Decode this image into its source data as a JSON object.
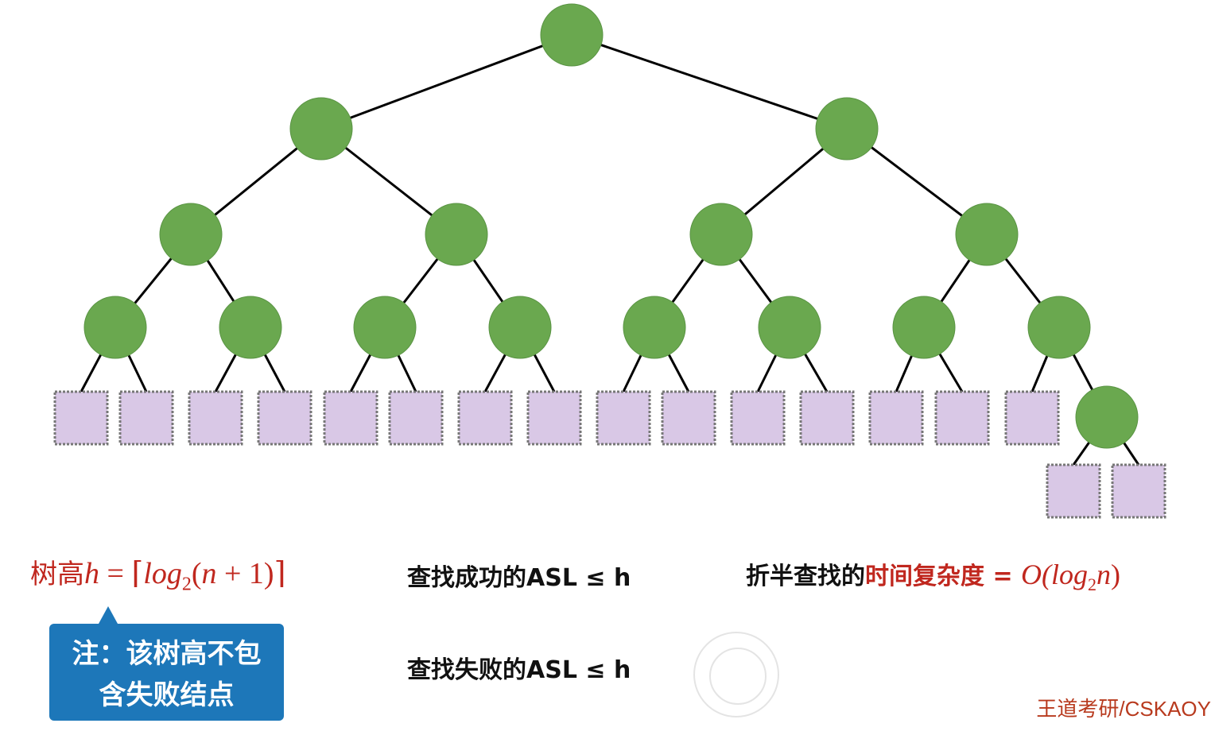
{
  "tree": {
    "colors": {
      "node_fill": "#6aa84f",
      "node_stroke": "#5a9444",
      "leaf_fill": "#d9c8e6",
      "leaf_stroke": "#777777",
      "edge": "#000000"
    },
    "nodes": [
      {
        "id": 1,
        "parent": null,
        "kind": "node"
      },
      {
        "id": 2,
        "parent": 1,
        "kind": "node"
      },
      {
        "id": 3,
        "parent": 1,
        "kind": "node"
      },
      {
        "id": 4,
        "parent": 2,
        "kind": "node"
      },
      {
        "id": 5,
        "parent": 2,
        "kind": "node"
      },
      {
        "id": 6,
        "parent": 3,
        "kind": "node"
      },
      {
        "id": 7,
        "parent": 3,
        "kind": "node"
      },
      {
        "id": 8,
        "parent": 4,
        "kind": "node"
      },
      {
        "id": 9,
        "parent": 4,
        "kind": "node"
      },
      {
        "id": 10,
        "parent": 5,
        "kind": "node"
      },
      {
        "id": 11,
        "parent": 5,
        "kind": "node"
      },
      {
        "id": 12,
        "parent": 6,
        "kind": "node"
      },
      {
        "id": 13,
        "parent": 6,
        "kind": "node"
      },
      {
        "id": 14,
        "parent": 7,
        "kind": "node"
      },
      {
        "id": 15,
        "parent": 7,
        "kind": "node"
      },
      {
        "id": 16,
        "parent": 15,
        "kind": "node"
      },
      {
        "id": 17,
        "parent": 8,
        "kind": "fail"
      },
      {
        "id": 18,
        "parent": 8,
        "kind": "fail"
      },
      {
        "id": 19,
        "parent": 9,
        "kind": "fail"
      },
      {
        "id": 20,
        "parent": 9,
        "kind": "fail"
      },
      {
        "id": 21,
        "parent": 10,
        "kind": "fail"
      },
      {
        "id": 22,
        "parent": 10,
        "kind": "fail"
      },
      {
        "id": 23,
        "parent": 11,
        "kind": "fail"
      },
      {
        "id": 24,
        "parent": 11,
        "kind": "fail"
      },
      {
        "id": 25,
        "parent": 12,
        "kind": "fail"
      },
      {
        "id": 26,
        "parent": 12,
        "kind": "fail"
      },
      {
        "id": 27,
        "parent": 13,
        "kind": "fail"
      },
      {
        "id": 28,
        "parent": 13,
        "kind": "fail"
      },
      {
        "id": 29,
        "parent": 14,
        "kind": "fail"
      },
      {
        "id": 30,
        "parent": 14,
        "kind": "fail"
      },
      {
        "id": 31,
        "parent": 15,
        "kind": "fail"
      },
      {
        "id": 32,
        "parent": 16,
        "kind": "fail"
      },
      {
        "id": 33,
        "parent": 16,
        "kind": "fail"
      }
    ]
  },
  "formula": {
    "label": "树高",
    "var": "h",
    "eq": " = ⌈",
    "log": "log",
    "sub": "2",
    "arg_open": "(",
    "n": "n",
    "arg_rest": " + 1)⌉"
  },
  "asl_success": "查找成功的ASL ≤ h",
  "asl_fail": "查找失败的ASL ≤ h",
  "complexity": {
    "prefix": "折半查找的",
    "red_label": "时间复杂度 = ",
    "o_open": "O(",
    "log": "log",
    "sub": "2",
    "n": "n",
    "close": ")"
  },
  "note": {
    "line1": "注：该树高不包",
    "line2": "含失败结点"
  },
  "footer": "王道考研/CSKAOY"
}
